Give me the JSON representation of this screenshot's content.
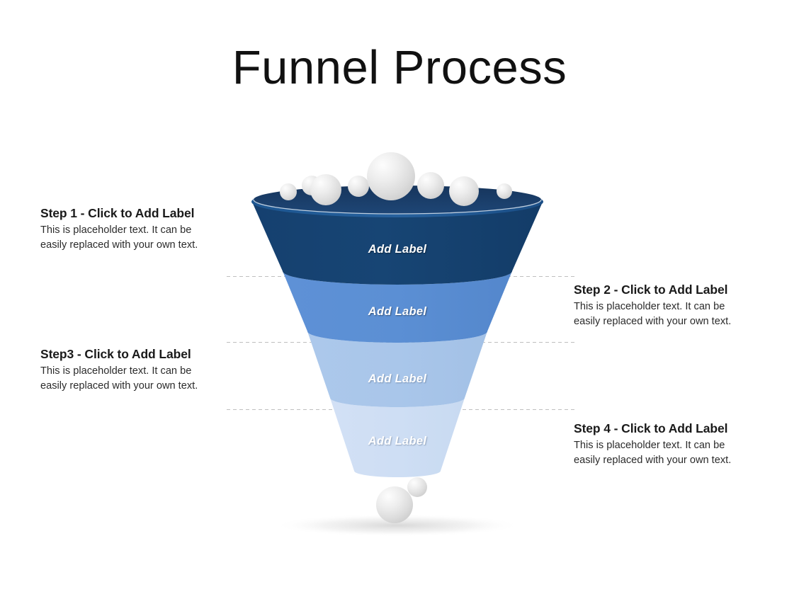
{
  "slide": {
    "title": "Funnel Process",
    "background_color": "#FFFFFF"
  },
  "funnel": {
    "rim_fill": "#1B3A63",
    "rim_edge": "#1F5A96",
    "segments": [
      {
        "id": "segment-1",
        "label": "Add Label",
        "color": "#17406E"
      },
      {
        "id": "segment-2",
        "label": "Add Label",
        "color": "#5B8FD4"
      },
      {
        "id": "segment-3",
        "label": "Add Label",
        "color": "#A9C6EA"
      },
      {
        "id": "segment-4",
        "label": "Add Label",
        "color": "#CEDEF4"
      }
    ],
    "bubble_color": "#E3E3E3",
    "connector_color": "#BFBFBF"
  },
  "steps": [
    {
      "id": "step-1",
      "side": "left",
      "title": "Step 1 - Click to Add Label",
      "body_line_1": "This is placeholder text. It can be",
      "body_line_2": "easily replaced with your own text."
    },
    {
      "id": "step-2",
      "side": "right",
      "title": "Step 2 - Click to Add Label",
      "body_line_1": "This is placeholder text. It can be",
      "body_line_2": "easily replaced with your own text."
    },
    {
      "id": "step-3",
      "side": "left",
      "title": "Step3 - Click to Add Label",
      "body_line_1": "This is placeholder text. It can be",
      "body_line_2": "easily replaced with your own text."
    },
    {
      "id": "step-4",
      "side": "right",
      "title": "Step 4 - Click to Add Label",
      "body_line_1": "This is placeholder text. It can be",
      "body_line_2": "easily replaced with your own text."
    }
  ]
}
